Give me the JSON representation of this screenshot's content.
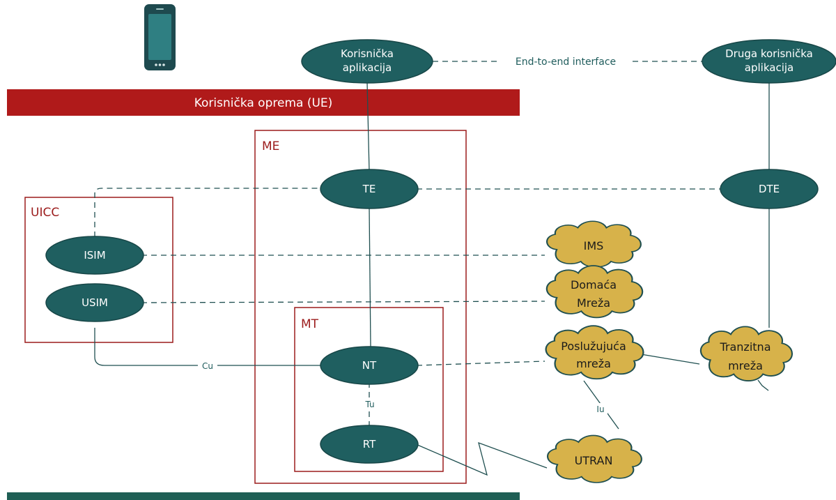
{
  "bands": {
    "ue": "Korisnička oprema (UE)"
  },
  "colors": {
    "node": "#1f5f60",
    "band_top": "#b01a1a",
    "band_bottom": "#1f5f55",
    "box": "#9b1b1b",
    "cloud": "#d7b24a"
  },
  "boxes": {
    "me": "ME",
    "uicc": "UICC",
    "mt": "MT"
  },
  "nodes": {
    "app_line1": "Korisnička",
    "app_line2": "aplikacija",
    "other_app_line1": "Druga korisnička",
    "other_app_line2": "aplikacija",
    "te": "TE",
    "dte": "DTE",
    "isim": "ISIM",
    "usim": "USIM",
    "nt": "NT",
    "rt": "RT"
  },
  "clouds": {
    "ims": "IMS",
    "home_line1": "Domaća",
    "home_line2": "Mreža",
    "serving_line1": "Poslužujuća",
    "serving_line2": "mreža",
    "transit_line1": "Tranzitna",
    "transit_line2": "mreža",
    "utran": "UTRAN"
  },
  "interfaces": {
    "e2e": "End-to-end interface",
    "cu": "Cu",
    "tu": "Tu",
    "iu": "Iu"
  },
  "icons": {
    "device": "smartphone-icon"
  }
}
